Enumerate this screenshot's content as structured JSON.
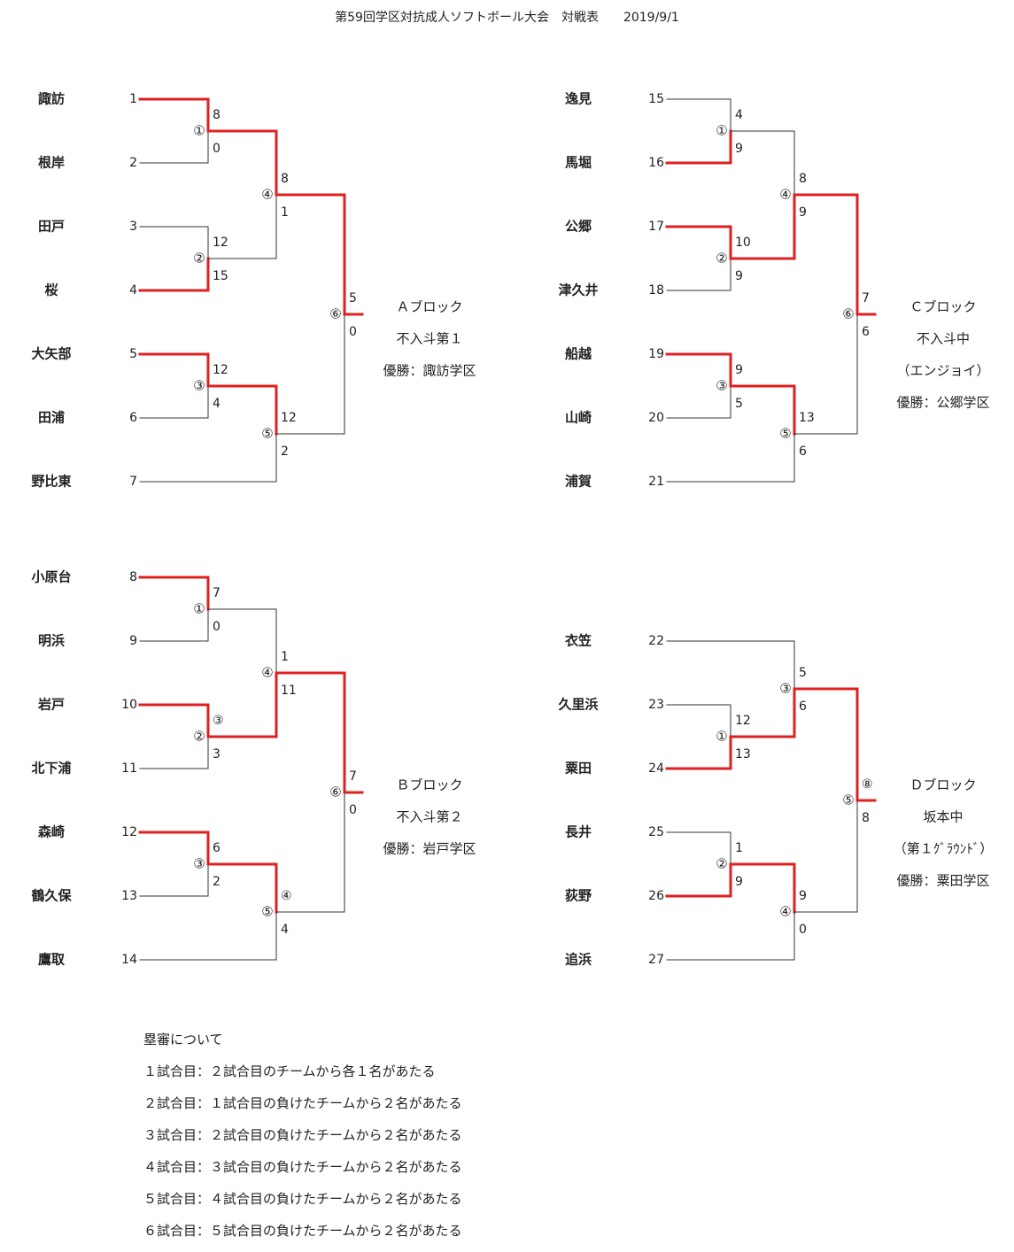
{
  "title": "第59回学区対抗成人ソフトボール大会　対戦表　　2019/9/1",
  "colors": {
    "winner_line": "#e02020",
    "loser_line": "#333333",
    "text": "#222222"
  },
  "blocks": [
    {
      "id": "A",
      "teams": [
        {
          "num": "1",
          "name": "諏訪"
        },
        {
          "num": "2",
          "name": "根岸"
        },
        {
          "num": "3",
          "name": "田戸"
        },
        {
          "num": "4",
          "name": "桜"
        },
        {
          "num": "5",
          "name": "大矢部"
        },
        {
          "num": "6",
          "name": "田浦"
        },
        {
          "num": "7",
          "name": "野比東"
        }
      ],
      "matches": [
        {
          "label": "①",
          "scores": [
            "8",
            "0"
          ],
          "winner": 0
        },
        {
          "label": "②",
          "scores": [
            "12",
            "15"
          ],
          "winner": 1
        },
        {
          "label": "③",
          "scores": [
            "12",
            "4"
          ],
          "winner": 0
        },
        {
          "label": "④",
          "scores": [
            "8",
            "1"
          ],
          "winner": 0
        },
        {
          "label": "⑤",
          "scores": [
            "12",
            "2"
          ],
          "winner": 0
        },
        {
          "label": "⑥",
          "scores": [
            "5",
            "0"
          ],
          "winner": 0
        }
      ],
      "info": [
        "Ａブロック",
        "不入斗第１",
        "優勝：諏訪学区"
      ]
    },
    {
      "id": "C",
      "teams": [
        {
          "num": "15",
          "name": "逸見"
        },
        {
          "num": "16",
          "name": "馬堀"
        },
        {
          "num": "17",
          "name": "公郷"
        },
        {
          "num": "18",
          "name": "津久井"
        },
        {
          "num": "19",
          "name": "船越"
        },
        {
          "num": "20",
          "name": "山崎"
        },
        {
          "num": "21",
          "name": "浦賀"
        }
      ],
      "matches": [
        {
          "label": "①",
          "scores": [
            "4",
            "9"
          ],
          "winner": 1
        },
        {
          "label": "②",
          "scores": [
            "10",
            "9"
          ],
          "winner": 0
        },
        {
          "label": "③",
          "scores": [
            "9",
            "5"
          ],
          "winner": 0
        },
        {
          "label": "④",
          "scores": [
            "8",
            "9"
          ],
          "winner": 1
        },
        {
          "label": "⑤",
          "scores": [
            "13",
            "6"
          ],
          "winner": 0
        },
        {
          "label": "⑥",
          "scores": [
            "7",
            "6"
          ],
          "winner": 0
        }
      ],
      "info": [
        "Ｃブロック",
        "不入斗中",
        "（エンジョイ）",
        "優勝：公郷学区"
      ]
    },
    {
      "id": "B",
      "teams": [
        {
          "num": "8",
          "name": "小原台"
        },
        {
          "num": "9",
          "name": "明浜"
        },
        {
          "num": "10",
          "name": "岩戸"
        },
        {
          "num": "11",
          "name": "北下浦"
        },
        {
          "num": "12",
          "name": "森崎"
        },
        {
          "num": "13",
          "name": "鶴久保"
        },
        {
          "num": "14",
          "name": "鷹取"
        }
      ],
      "matches": [
        {
          "label": "①",
          "scores": [
            "7",
            "0"
          ],
          "winner": 0
        },
        {
          "label": "②",
          "scores": [
            "③",
            "3"
          ],
          "winner": 0
        },
        {
          "label": "③",
          "scores": [
            "6",
            "2"
          ],
          "winner": 0
        },
        {
          "label": "④",
          "scores": [
            "1",
            "11"
          ],
          "winner": 1
        },
        {
          "label": "⑤",
          "scores": [
            "④",
            "4"
          ],
          "winner": 0
        },
        {
          "label": "⑥",
          "scores": [
            "7",
            "0"
          ],
          "winner": 0
        }
      ],
      "info": [
        "Ｂブロック",
        "不入斗第２",
        "優勝：岩戸学区"
      ]
    },
    {
      "id": "D",
      "teams": [
        {
          "num": "22",
          "name": "衣笠"
        },
        {
          "num": "23",
          "name": "久里浜"
        },
        {
          "num": "24",
          "name": "粟田"
        },
        {
          "num": "25",
          "name": "長井"
        },
        {
          "num": "26",
          "name": "荻野"
        },
        {
          "num": "27",
          "name": "追浜"
        }
      ],
      "matches": [
        {
          "label": "①",
          "scores": [
            "12",
            "13"
          ],
          "winner": 1
        },
        {
          "label": "②",
          "scores": [
            "1",
            "9"
          ],
          "winner": 1
        },
        {
          "label": "③",
          "scores": [
            "5",
            "6"
          ],
          "winner": 1
        },
        {
          "label": "④",
          "scores": [
            "9",
            "0"
          ],
          "winner": 0
        },
        {
          "label": "⑤",
          "scores": [
            "⑧",
            "8"
          ],
          "winner": 0
        }
      ],
      "info": [
        "Ｄブロック",
        "坂本中",
        "（第１ｸﾞﾗｳﾝﾄﾞ）",
        "優勝：粟田学区"
      ]
    }
  ],
  "umpire": {
    "heading": "塁審について",
    "lines": [
      "１試合目：２試合目のチームから各１名があたる",
      "２試合目：１試合目の負けたチームから２名があたる",
      "３試合目：２試合目の負けたチームから２名があたる",
      "４試合目：３試合目の負けたチームから２名があたる",
      "５試合目：４試合目の負けたチームから２名があたる",
      "６試合目：５試合目の負けたチームから２名があたる"
    ]
  }
}
